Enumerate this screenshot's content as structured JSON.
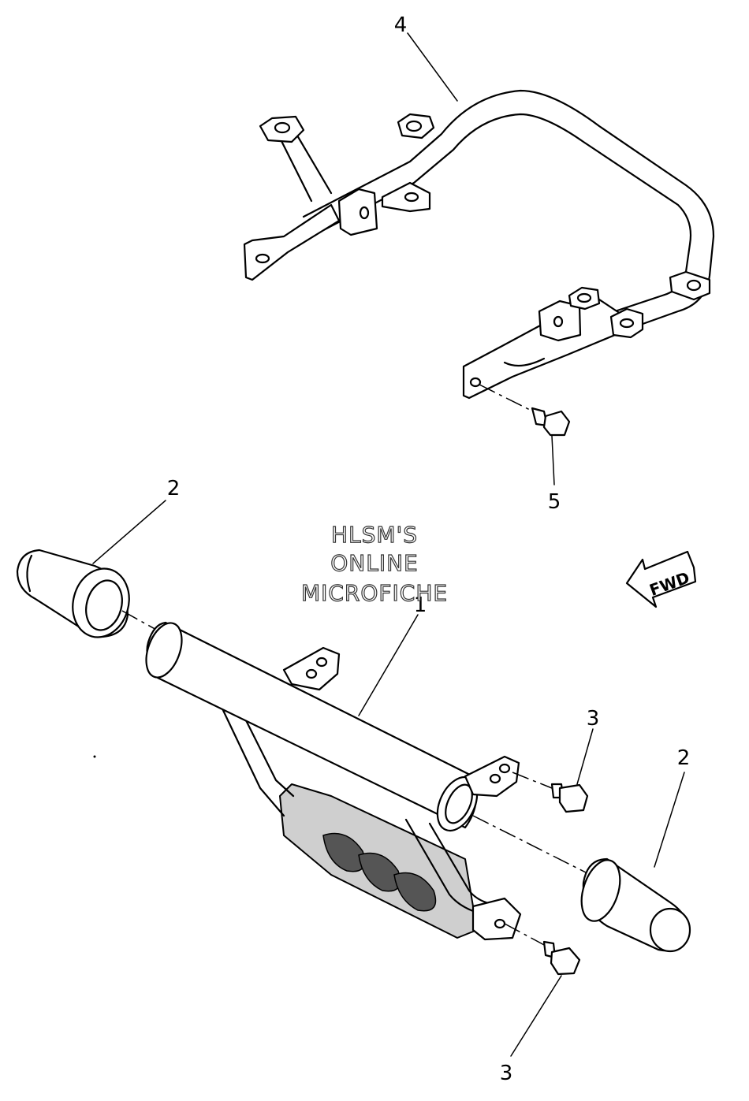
{
  "watermark": {
    "line1": "HLSM'S",
    "line2": "ONLINE",
    "line3": "MICROFICHE"
  },
  "direction_label": "FWD",
  "part_labels": {
    "guard_bar": "1",
    "end_cap_left": "2",
    "end_cap_right": "2",
    "bolt_upper": "3",
    "bolt_lower": "3",
    "rear_rack_frame": "4",
    "frame_bolt": "5"
  }
}
